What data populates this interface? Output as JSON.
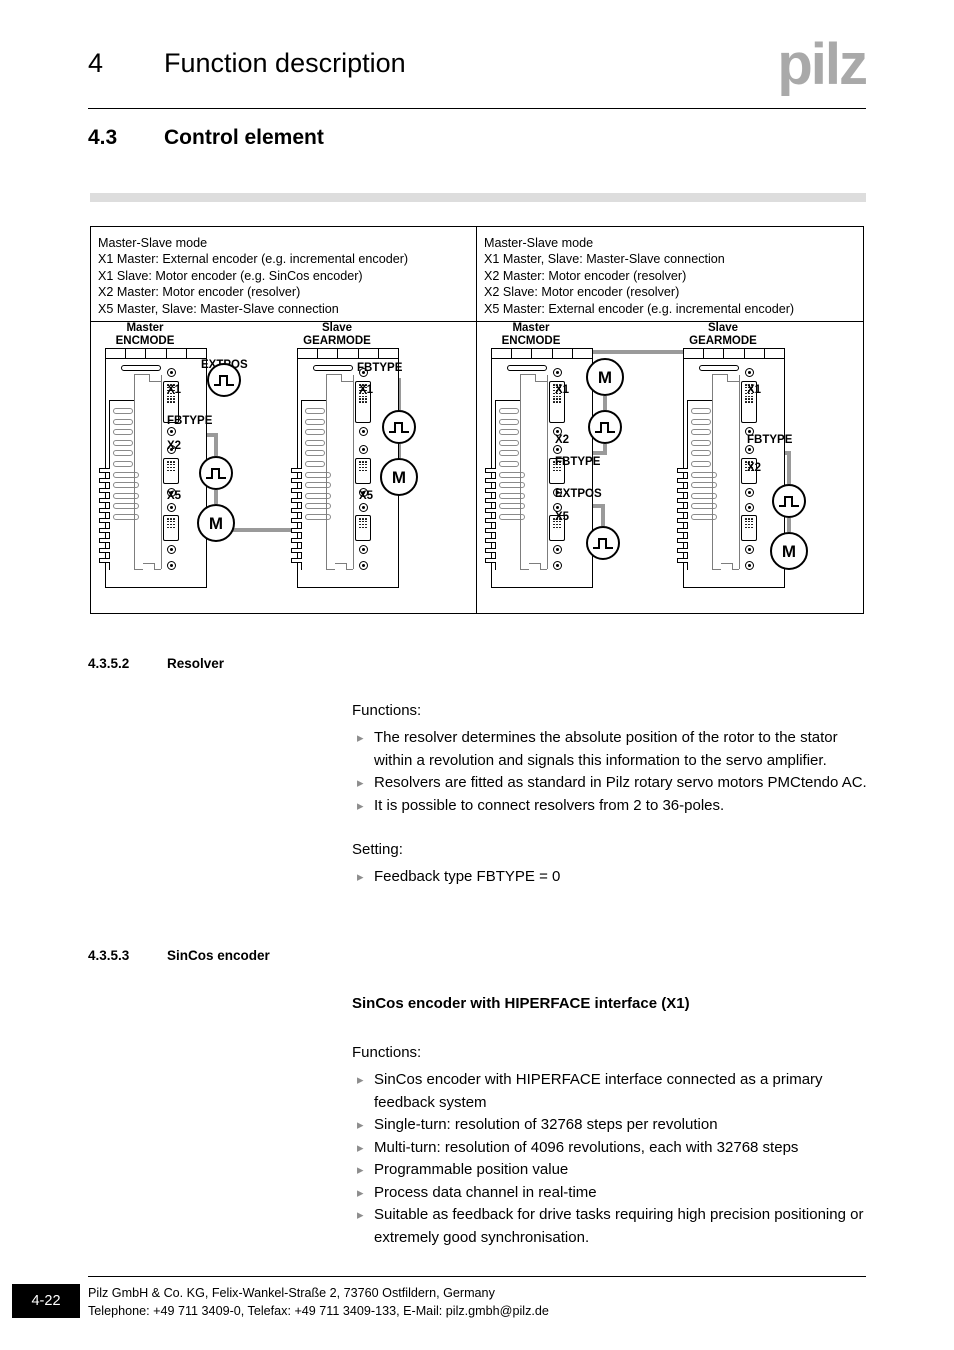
{
  "header": {
    "chapter_number": "4",
    "chapter_title": "Function description",
    "logo_text": "pilz",
    "section_number": "4.3",
    "section_title": "Control element"
  },
  "figure": {
    "panels": [
      {
        "legend": [
          "Master-Slave mode",
          "X1 Master: External encoder (e.g. incremental encoder)",
          "X1 Slave: Motor encoder (e.g. SinCos encoder)",
          "X2 Master: Motor encoder (resolver)",
          "X5 Master, Slave: Master-Slave connection"
        ],
        "devices": [
          {
            "role": "Master",
            "mode": "ENCMODE",
            "ports": [
              "X1",
              "X2",
              "X5"
            ],
            "signals": [
              "EXTPOS",
              "FBTYPE"
            ],
            "symbols": [
              "encoder",
              "encoder",
              "motor"
            ]
          },
          {
            "role": "Slave",
            "mode": "GEARMODE",
            "ports": [
              "X1",
              "X5"
            ],
            "signals": [
              "FBTYPE"
            ],
            "symbols": [
              "encoder",
              "motor"
            ]
          }
        ]
      },
      {
        "legend": [
          "Master-Slave mode",
          "X1 Master, Slave: Master-Slave connection",
          "X2 Master: Motor encoder (resolver)",
          "X2 Slave: Motor encoder (resolver)",
          "X5 Master: External encoder (e.g. incremental encoder)"
        ],
        "devices": [
          {
            "role": "Master",
            "mode": "ENCMODE",
            "ports": [
              "X1",
              "X2",
              "X5"
            ],
            "signals": [
              "FBTYPE",
              "EXTPOS"
            ],
            "symbols": [
              "motor",
              "encoder",
              "encoder"
            ]
          },
          {
            "role": "Slave",
            "mode": "GEARMODE",
            "ports": [
              "X1",
              "X2"
            ],
            "signals": [
              "FBTYPE"
            ],
            "symbols": [
              "encoder",
              "motor"
            ]
          }
        ]
      }
    ],
    "motor_symbol_letter": "M"
  },
  "resolver_section": {
    "number": "4.3.5.2",
    "title": "Resolver",
    "functions_label": "Functions:",
    "functions": [
      "The resolver determines the absolute position of the rotor to the stator within a revolution and signals this information to the servo amplifier.",
      "Resolvers are fitted as standard in Pilz rotary servo motors PMCtendo AC.",
      "It is possible to connect resolvers from 2 to 36-poles."
    ],
    "setting_label": "Setting:",
    "settings": [
      "Feedback type FBTYPE = 0"
    ]
  },
  "sincos_section": {
    "number": "4.3.5.3",
    "title": "SinCos encoder",
    "subtitle": "SinCos encoder with HIPERFACE interface (X1)",
    "functions_label": "Functions:",
    "functions": [
      "SinCos encoder with HIPERFACE interface connected as a primary feedback system",
      "Single-turn: resolution of 32768 steps per revolution",
      "Multi-turn: resolution of 4096 revolutions, each with 32768 steps",
      "Programmable position value",
      "Process data channel in real-time",
      "Suitable as feedback for drive tasks requiring high precision positioning or extremely good synchronisation."
    ]
  },
  "footer": {
    "page_number": "4-22",
    "line1": "Pilz GmbH & Co. KG, Felix-Wankel-Straße 2, 73760 Ostfildern, Germany",
    "line2": "Telephone: +49 711 3409-0, Telefax: +49 711 3409-133, E-Mail: pilz.gmbh@pilz.de"
  },
  "colors": {
    "logo_gray": "#a9a9a9",
    "bar_gray": "#dddddd",
    "cable_gray": "#9a9a9a",
    "bullet_gray": "#8d8d8d"
  }
}
